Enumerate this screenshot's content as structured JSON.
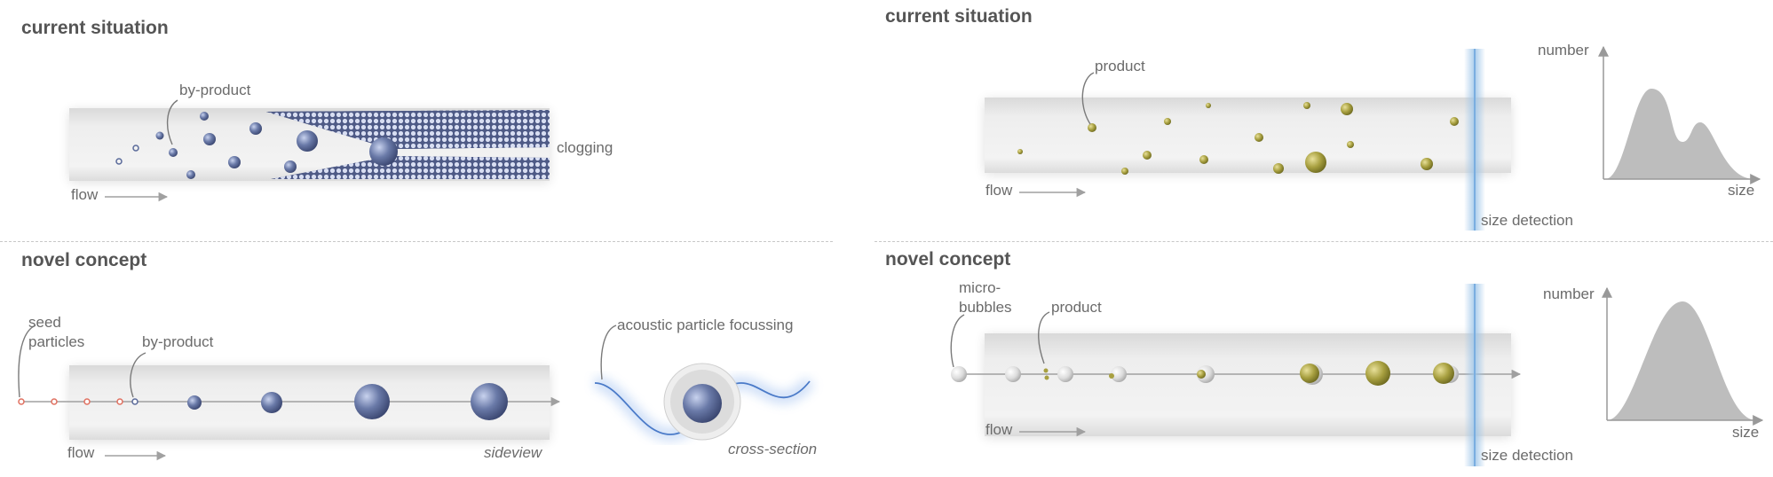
{
  "left": {
    "current": {
      "heading": "current situation",
      "byproduct_label": "by-product",
      "clogging_label": "clogging",
      "flow_label": "flow"
    },
    "novel": {
      "heading": "novel concept",
      "seed_label": [
        "seed",
        "particles"
      ],
      "byproduct_label": "by-product",
      "flow_label": "flow",
      "sideview_label": "sideview",
      "acoustic_label": "acoustic particle focussing",
      "cross_section_label": "cross-section"
    }
  },
  "right": {
    "current": {
      "heading": "current situation",
      "product_label": "product",
      "flow_label": "flow",
      "size_detection_label": "size detection",
      "y_axis_label": "number",
      "x_axis_label": "size"
    },
    "novel": {
      "heading": "novel concept",
      "microbubbles_label": [
        "micro-",
        "bubbles"
      ],
      "product_label": "product",
      "flow_label": "flow",
      "size_detection_label": "size detection",
      "y_axis_label": "number",
      "x_axis_label": "size"
    }
  },
  "colors": {
    "channel": "#e6e6e6",
    "particle": "#5a6a9a",
    "product": "#a8a040",
    "seed": "#e07060",
    "detector": "#9cc4e8",
    "focus_glow": "#6fa0e8"
  }
}
